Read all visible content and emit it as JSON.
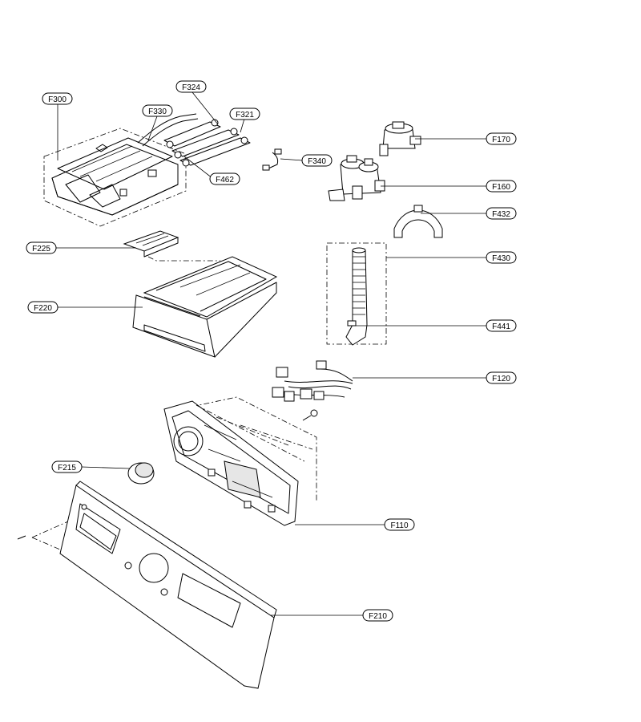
{
  "labels": {
    "F300": "F300",
    "F330": "F330",
    "F324": "F324",
    "F321": "F321",
    "F340": "F340",
    "F462": "F462",
    "F170": "F170",
    "F160": "F160",
    "F432": "F432",
    "F225": "F225",
    "F430": "F430",
    "F220": "F220",
    "F441": "F441",
    "F120": "F120",
    "F215": "F215",
    "F110": "F110",
    "F210": "F210"
  }
}
